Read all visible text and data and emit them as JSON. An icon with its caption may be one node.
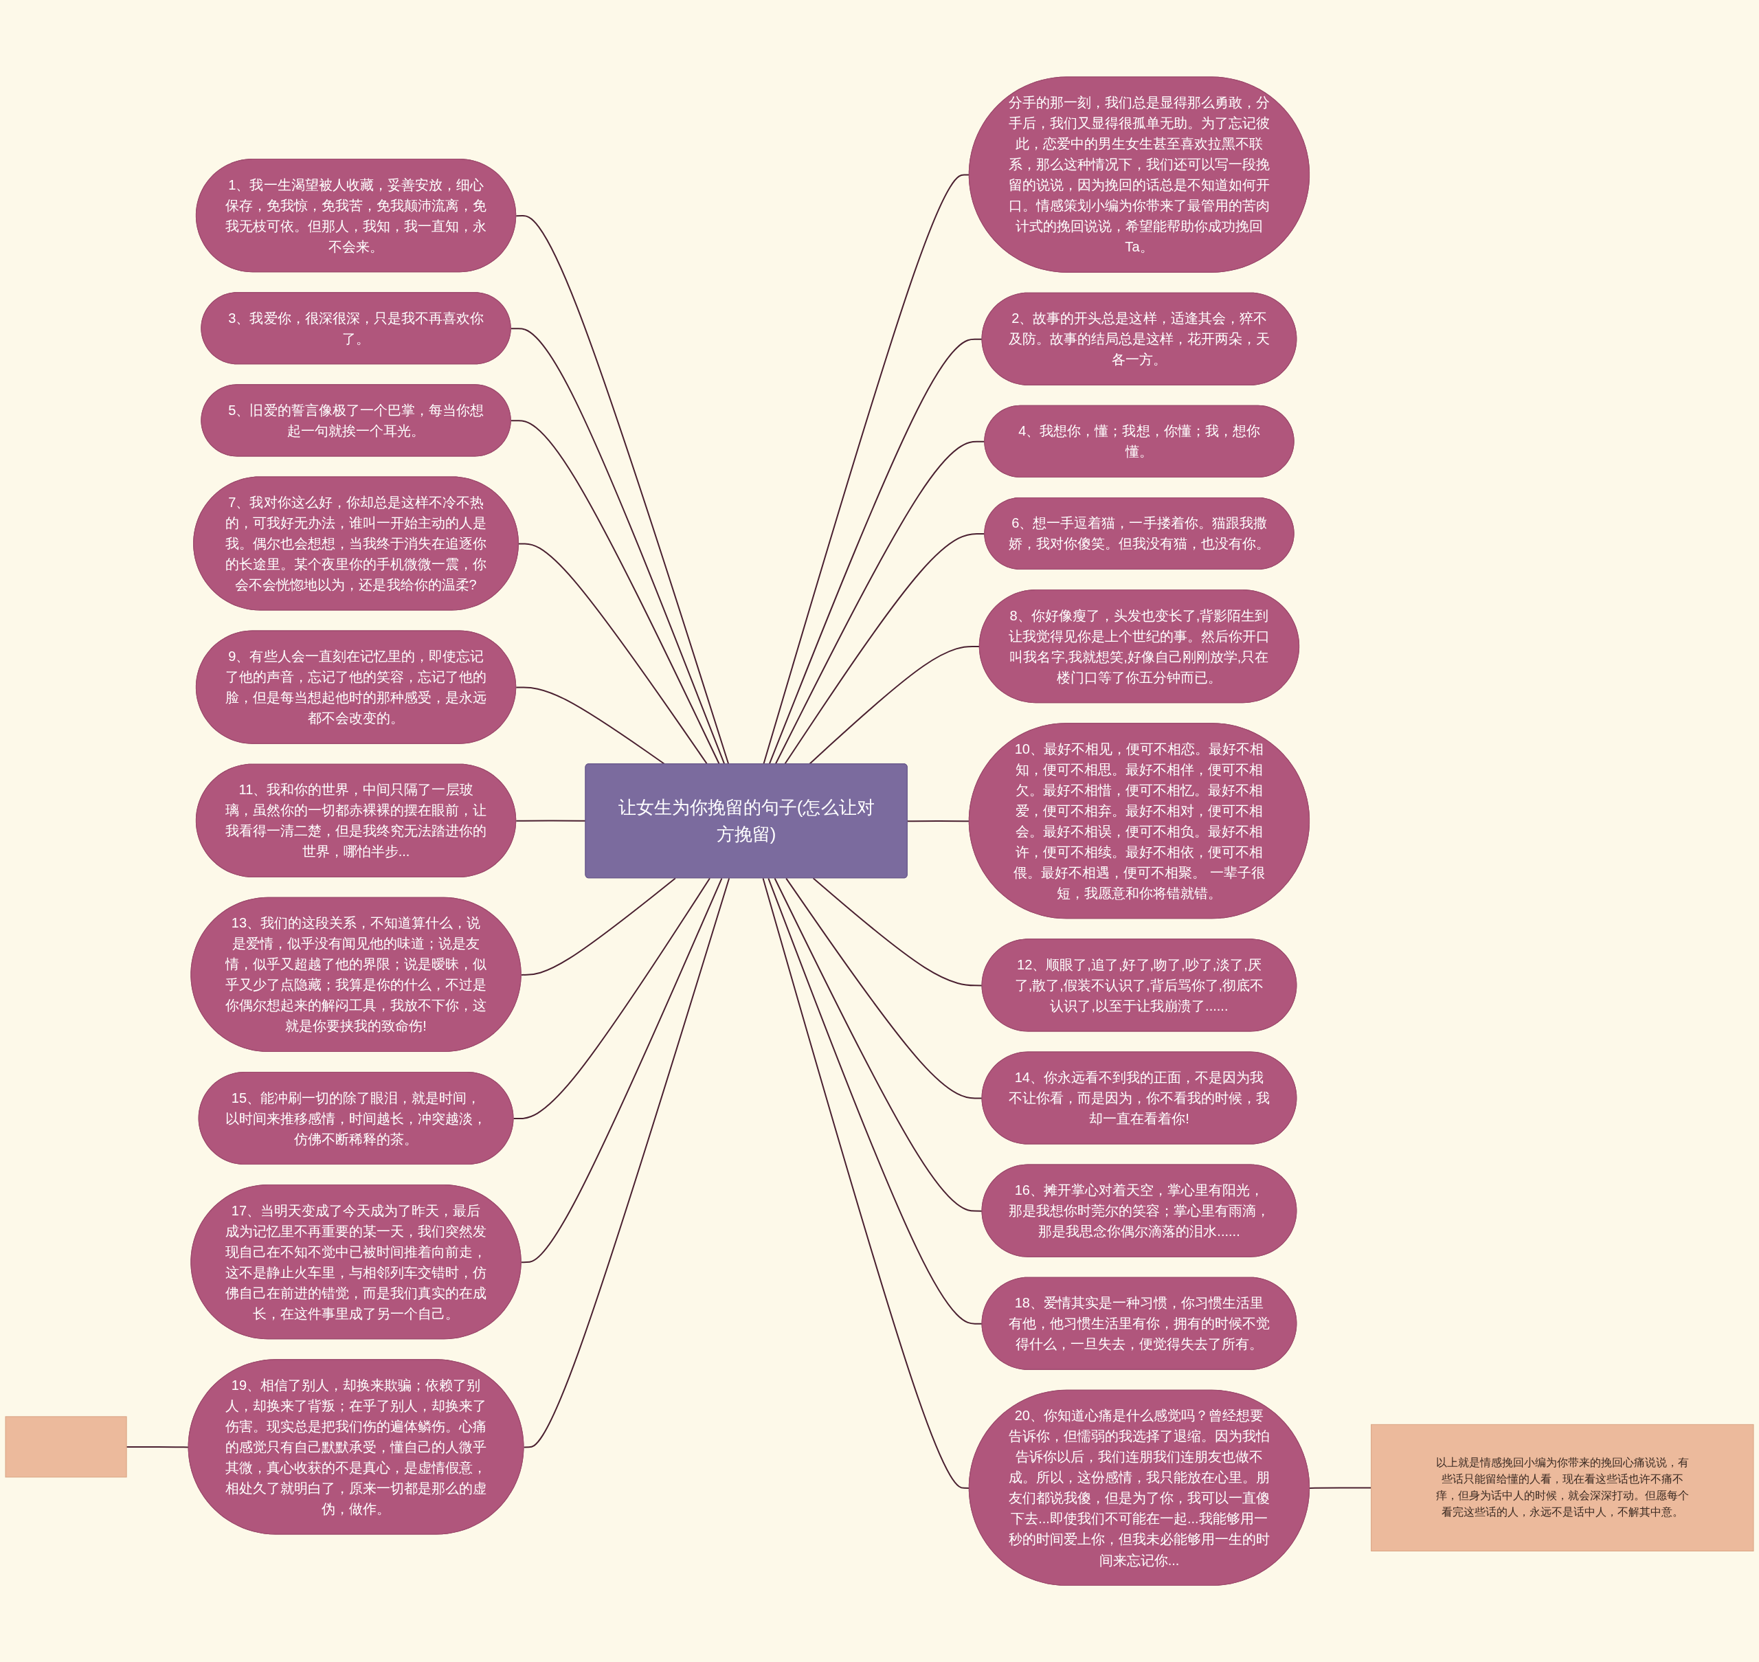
{
  "diagram": {
    "nodes": [
      {
        "text": [
          "让女生为你挽留的句子(怎么让对方挽留)"
        ]
      },
      {
        "text": [
          "1、我一生渴望被人收藏，妥善安放，细心保存，免我惊，免我苦，免我颠沛流离，免我无枝可依。但那人，我知，我一直知，永不会来。"
        ]
      },
      {
        "text": [
          "3、我爱你，很深很深，只是我不再喜欢你了。"
        ]
      },
      {
        "text": [
          "5、旧爱的誓言像极了一个巴掌，每当你想起一句就挨一个耳光。"
        ]
      },
      {
        "text": [
          "7、我对你这么好，你却总是这样不冷不热的，可我好无办法，谁叫一开始主动的人是我。偶尔也会想想，当我终于消失在追逐你的长途里。某个夜里你的手机微微一震，你会不会恍惚地以为，还是我给你的温柔?"
        ]
      },
      {
        "text": [
          "9、有些人会一直刻在记忆里的，即使忘记了他的声音，忘记了他的笑容，忘记了他的脸，但是每当想起他时的那种感受，是永远都不会改变的。"
        ]
      },
      {
        "text": [
          "11、我和你的世界，中间只隔了一层玻璃，虽然你的一切都赤裸裸的摆在眼前，让我看得一清二楚，但是我终究无法踏进你的世界，哪怕半步..."
        ]
      },
      {
        "text": [
          "13、我们的这段关系，不知道算什么，说是爱情，似乎没有闻见他的味道；说是友情，似乎又超越了他的界限；说是暧昧，似乎又少了点隐藏；我算是你的什么，不过是你偶尔想起来的解闷工具，我放不下你，这就是你要挟我的致命伤!"
        ]
      },
      {
        "text": [
          "15、能冲刷一切的除了眼泪，就是时间，以时间来推移感情，时间越长，冲突越淡，仿佛不断稀释的茶。"
        ]
      },
      {
        "text": [
          "17、当明天变成了今天成为了昨天，最后成为记忆里不再重要的某一天，我们突然发现自己在不知不觉中已被时间推着向前走，这不是静止火车里，与相邻列车交错时，仿佛自己在前进的错觉，而是我们真实的在成长，在这件事里成了另一个自己。"
        ]
      },
      {
        "text": [
          "19、相信了别人，却换来欺骗；依赖了别人，却换来了背叛；在乎了别人，却换来了伤害。现实总是把我们伤的遍体鳞伤。心痛的感觉只有自己默默承受，懂自己的人微乎其微，真心收获的不是真心，是虚情假意，相处久了就明白了，原来一切都是那么的虚伪，做作。"
        ]
      },
      {
        "text": [],
        "shape": "box"
      },
      {
        "text": [
          "分手的那一刻，我们总是显得那么勇敢，分手后，我们又显得很孤单无助。为了忘记彼此，恋爱中的男生女生甚至喜欢拉黑不联系，那么这种情况下，我们还可以写一段挽留的说说，因为挽回的话总是不知道如何开口。情感策划小编为你带来了最管用的苦肉计式的挽回说说，希望能帮助你成功挽回Ta。"
        ]
      },
      {
        "text": [
          "2、故事的开头总是这样，适逢其会，猝不及防。故事的结局总是这样，花开两朵，天各一方。"
        ]
      },
      {
        "text": [
          "4、我想你，懂；我想，你懂；我，想你懂。"
        ]
      },
      {
        "text": [
          "6、想一手逗着猫，一手搂着你。猫跟我撒娇，我对你傻笑。但我没有猫，也没有你。"
        ]
      },
      {
        "text": [
          "8、你好像瘦了，头发也变长了,背影陌生到让我觉得见你是上个世纪的事。然后你开口叫我名字,我就想笑,好像自己刚刚放学,只在楼门口等了你五分钟而已。"
        ]
      },
      {
        "text": [
          "10、最好不相见，便可不相恋。最好不相知，便可不相思。最好不相伴，便可不相欠。最好不相惜，便可不相忆。最好不相爱，便可不相弃。最好不相对，便可不相会。最好不相误，便可不相负。最好不相许，便可不相续。最好不相依，便可不相偎。最好不相遇，便可不相聚。 一辈子很短，我愿意和你将错就错。"
        ]
      },
      {
        "text": [
          "12、顺眼了,追了,好了,吻了,吵了,淡了,厌了,散了,假装不认识了,背后骂你了,彻底不认识了,以至于让我崩溃了......"
        ]
      },
      {
        "text": [
          "14、你永远看不到我的正面，不是因为我不让你看，而是因为，你不看我的时候，我却一直在看着你!"
        ]
      },
      {
        "text": [
          "16、摊开掌心对着天空，掌心里有阳光，那是我想你时莞尔的笑容；掌心里有雨滴，那是我思念你偶尔滴落的泪水......"
        ]
      },
      {
        "text": [
          "18、爱情其实是一种习惯，你习惯生活里有他，他习惯生活里有你，拥有的时候不觉得什么，一旦失去，便觉得失去了所有。"
        ]
      },
      {
        "text": [
          "20、你知道心痛是什么感觉吗？曾经想要告诉你，但懦弱的我选择了退缩。因为我怕告诉你以后，我们连朋我们连朋友也做不成。所以，这份感情，我只能放在心里。朋友们都说我傻，但是为了你，我可以一直傻下去...即使我们不可能在一起...我能够用一秒的时间爱上你，但我未必能够用一生的时间来忘记你..."
        ]
      },
      {
        "text": [
          "以上就是情感挽回小编为你带来的挽回心痛说说，有些话只能留给懂的人看，现在看这些话也许不痛不痒，但身为话中人的时候，就会深深打动。但愿每个看完这些话的人，永远不是话中人，不解其中意。"
        ]
      }
    ],
    "edges": [
      {
        "from": 1,
        "to": 0,
        "arrow": "none"
      },
      {
        "from": 2,
        "to": 0,
        "arrow": "none"
      },
      {
        "from": 3,
        "to": 0,
        "arrow": "none"
      },
      {
        "from": 4,
        "to": 0,
        "arrow": "none"
      },
      {
        "from": 5,
        "to": 0,
        "arrow": "none"
      },
      {
        "from": 6,
        "to": 0,
        "arrow": "none"
      },
      {
        "from": 7,
        "to": 0,
        "arrow": "none"
      },
      {
        "from": 8,
        "to": 0,
        "arrow": "none"
      },
      {
        "from": 9,
        "to": 0,
        "arrow": "none"
      },
      {
        "from": 10,
        "to": 0,
        "arrow": "none"
      },
      {
        "from": 11,
        "to": 10,
        "arrow": "none"
      },
      {
        "from": 0,
        "to": 12,
        "arrow": "none"
      },
      {
        "from": 0,
        "to": 13,
        "arrow": "none"
      },
      {
        "from": 0,
        "to": 14,
        "arrow": "none"
      },
      {
        "from": 0,
        "to": 15,
        "arrow": "none"
      },
      {
        "from": 0,
        "to": 16,
        "arrow": "none"
      },
      {
        "from": 0,
        "to": 17,
        "arrow": "none"
      },
      {
        "from": 0,
        "to": 18,
        "arrow": "none"
      },
      {
        "from": 0,
        "to": 19,
        "arrow": "none"
      },
      {
        "from": 0,
        "to": 20,
        "arrow": "none"
      },
      {
        "from": 0,
        "to": 21,
        "arrow": "none"
      },
      {
        "from": 0,
        "to": 22,
        "arrow": "none"
      },
      {
        "from": 22,
        "to": 23,
        "arrow": "none"
      }
    ]
  }
}
